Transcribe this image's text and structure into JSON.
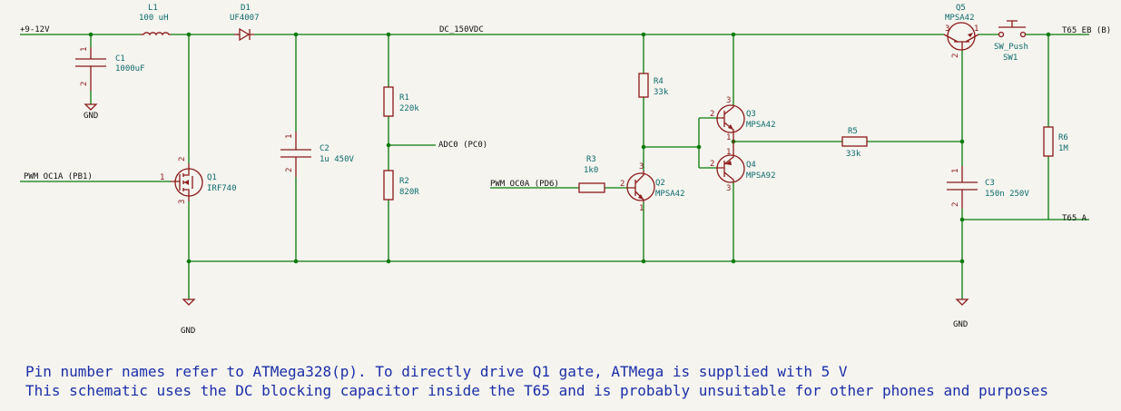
{
  "nets": {
    "vin": "+9-12V",
    "dc150": "DC_150VDC",
    "adc": "ADC0 (PC0)",
    "pwm1": "PWM OC1A (PB1)",
    "pwm0": "PWM OC0A (PD6)",
    "t65eb": "T65 EB (B)",
    "t65a": "T65 A",
    "gnd": "GND"
  },
  "components": {
    "l1": {
      "ref": "L1",
      "value": "100 uH"
    },
    "d1": {
      "ref": "D1",
      "value": "UF4007"
    },
    "c1": {
      "ref": "C1",
      "value": "1000uF"
    },
    "c2": {
      "ref": "C2",
      "value": "1u 450V"
    },
    "c3": {
      "ref": "C3",
      "value": "150n 250V"
    },
    "r1": {
      "ref": "R1",
      "value": "220k"
    },
    "r2": {
      "ref": "R2",
      "value": "820R"
    },
    "r3": {
      "ref": "R3",
      "value": "1k0"
    },
    "r4": {
      "ref": "R4",
      "value": "33k"
    },
    "r5": {
      "ref": "R5",
      "value": "33k"
    },
    "r6": {
      "ref": "R6",
      "value": "1M"
    },
    "q1": {
      "ref": "Q1",
      "value": "IRF740"
    },
    "q2": {
      "ref": "Q2",
      "value": "MPSA42"
    },
    "q3": {
      "ref": "Q3",
      "value": "MPSA42"
    },
    "q4": {
      "ref": "Q4",
      "value": "MPSA92"
    },
    "q5": {
      "ref": "Q5",
      "value": "MPSA42"
    },
    "sw1": {
      "ref": "SW1",
      "value": "SW_Push"
    }
  },
  "pins": {
    "p1": "1",
    "p2": "2",
    "p3": "3"
  },
  "notes": {
    "line1": "Pin number names refer to ATMega328(p). To directly drive Q1 gate, ATMega is supplied with 5 V",
    "line2": "This schematic uses the DC blocking capacitor inside the T65 and is probably unsuitable for other phones and purposes"
  },
  "colors": {
    "wire": "#0b7a0b",
    "component": "#8b1a1a",
    "note": "#1c2fa8",
    "background": "#f5f4ef"
  }
}
